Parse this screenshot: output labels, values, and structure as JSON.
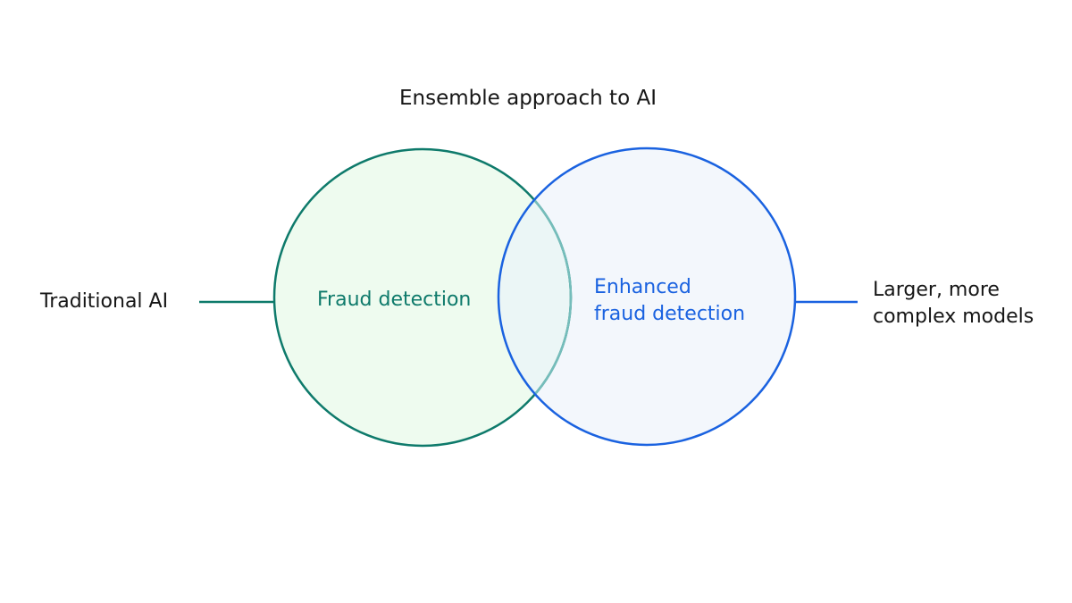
{
  "title": "Ensemble approach to AI",
  "left": {
    "outer_label": "Traditional AI",
    "inner_label": "Fraud detection",
    "color": "#0e7a6b",
    "fill": "#eefbef"
  },
  "right": {
    "outer_label_lines": [
      "Larger, more",
      "complex models"
    ],
    "inner_label_lines": [
      "Enhanced",
      "fraud detection"
    ],
    "color": "#1a62e0",
    "fill": "#f3f7fc"
  },
  "overlap": {
    "outline_color": "#75bdbb",
    "fill": "#ebf6f6"
  },
  "text_color": "#161616"
}
